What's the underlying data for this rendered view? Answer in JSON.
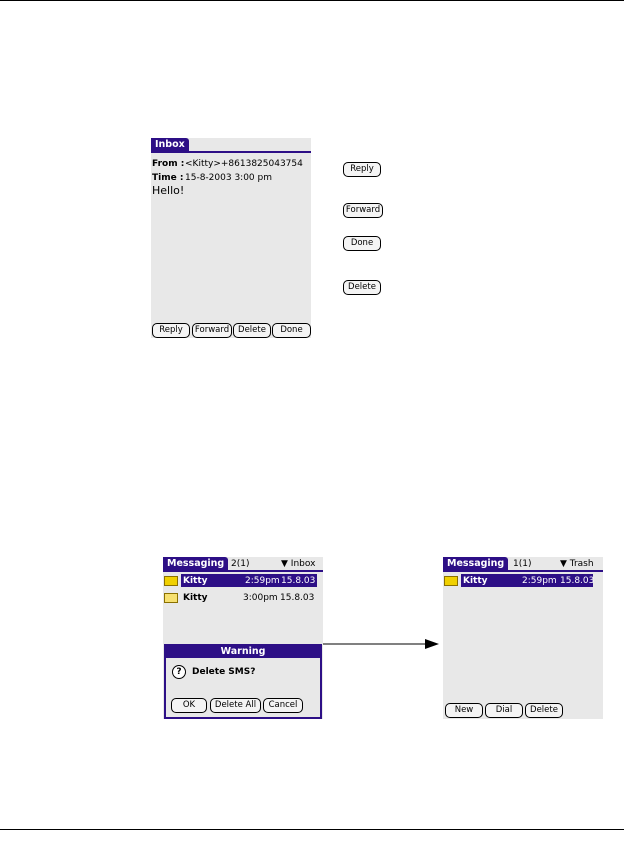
{
  "inbox_screen": {
    "tab": "Inbox",
    "from_label": "From :",
    "from_value": "<Kitty>+8613825043754",
    "time_label": "Time :",
    "time_value": "15-8-2003  3:00 pm",
    "body": "Hello!",
    "buttons": {
      "reply": "Reply",
      "forward": "Forward",
      "delete": "Delete",
      "done": "Done"
    }
  },
  "callouts": {
    "reply": "Reply",
    "forward": "Forward",
    "done": "Done",
    "delete": "Delete"
  },
  "messaging_inbox": {
    "tab": "Messaging",
    "count": "2(1)",
    "folder": "Inbox",
    "rows": [
      {
        "name": "Kitty",
        "time": "2:59pm",
        "date": "15.8.03"
      },
      {
        "name": "Kitty",
        "time": "3:00pm",
        "date": "15.8.03"
      }
    ],
    "dialog": {
      "title": "Warning",
      "message": "Delete SMS?",
      "buttons": {
        "ok": "OK",
        "delete_all": "Delete All",
        "cancel": "Cancel"
      }
    }
  },
  "messaging_trash": {
    "tab": "Messaging",
    "count": "1(1)",
    "folder": "Trash",
    "rows": [
      {
        "name": "Kitty",
        "time": "2:59pm",
        "date": "15.8.03"
      }
    ],
    "buttons": {
      "new": "New",
      "dial": "Dial",
      "delete": "Delete"
    }
  },
  "colors": {
    "accent": "#2d0f86",
    "screen_bg": "#e8e8e8",
    "envelope": "#f0d000"
  }
}
